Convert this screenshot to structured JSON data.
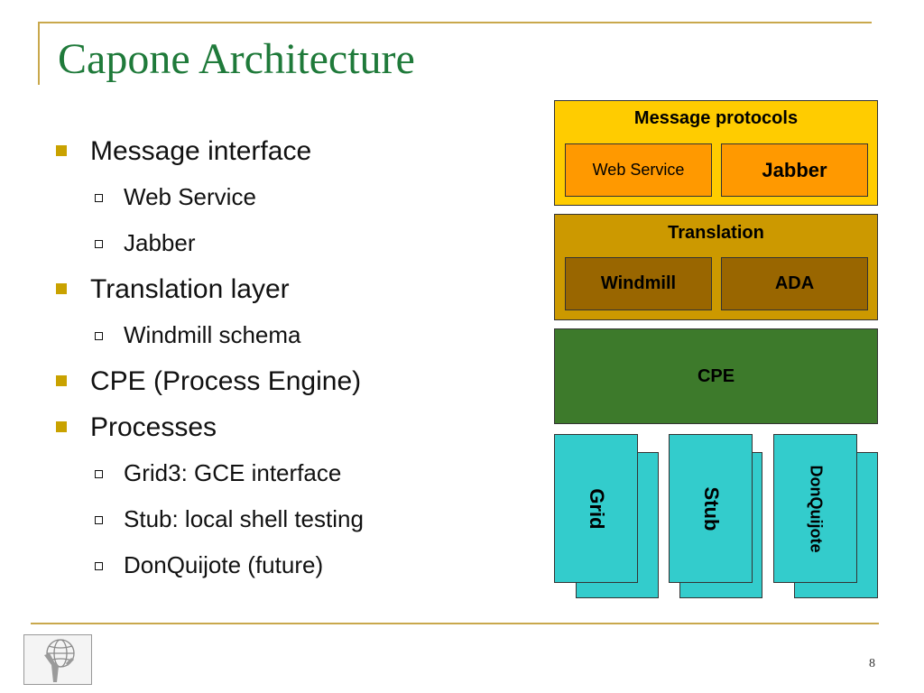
{
  "slide": {
    "title": "Capone Architecture",
    "page_number": "8",
    "accent_color": "#1f7a3a",
    "rule_color": "#c9a84c"
  },
  "bullets": [
    {
      "level": 1,
      "text": "Message interface"
    },
    {
      "level": 2,
      "text": "Web Service"
    },
    {
      "level": 2,
      "text": "Jabber"
    },
    {
      "level": 1,
      "text": "Translation layer"
    },
    {
      "level": 2,
      "text": "Windmill schema"
    },
    {
      "level": 1,
      "text": "CPE (Process Engine)"
    },
    {
      "level": 1,
      "text": "Processes"
    },
    {
      "level": 2,
      "text": "Grid3: GCE interface"
    },
    {
      "level": 2,
      "text": "Stub: local shell testing"
    },
    {
      "level": 2,
      "text": "DonQuijote (future)"
    }
  ],
  "diagram": {
    "message_protocols": {
      "label": "Message protocols",
      "color": "#ffcc00",
      "items": [
        {
          "label": "Web Service",
          "color": "#ff9900"
        },
        {
          "label": "Jabber",
          "color": "#ff9900"
        }
      ]
    },
    "translation": {
      "label": "Translation",
      "color": "#cc9900",
      "items": [
        {
          "label": "Windmill",
          "color": "#996600"
        },
        {
          "label": "ADA",
          "color": "#996600"
        }
      ]
    },
    "cpe": {
      "label": "CPE",
      "color": "#3d7a2b"
    },
    "processes": [
      {
        "label": "Grid",
        "color": "#33cccc"
      },
      {
        "label": "Stub",
        "color": "#33cccc"
      },
      {
        "label": "DonQuijote",
        "color": "#33cccc"
      }
    ]
  },
  "logo": {
    "icon": "atlas-globe-icon"
  }
}
